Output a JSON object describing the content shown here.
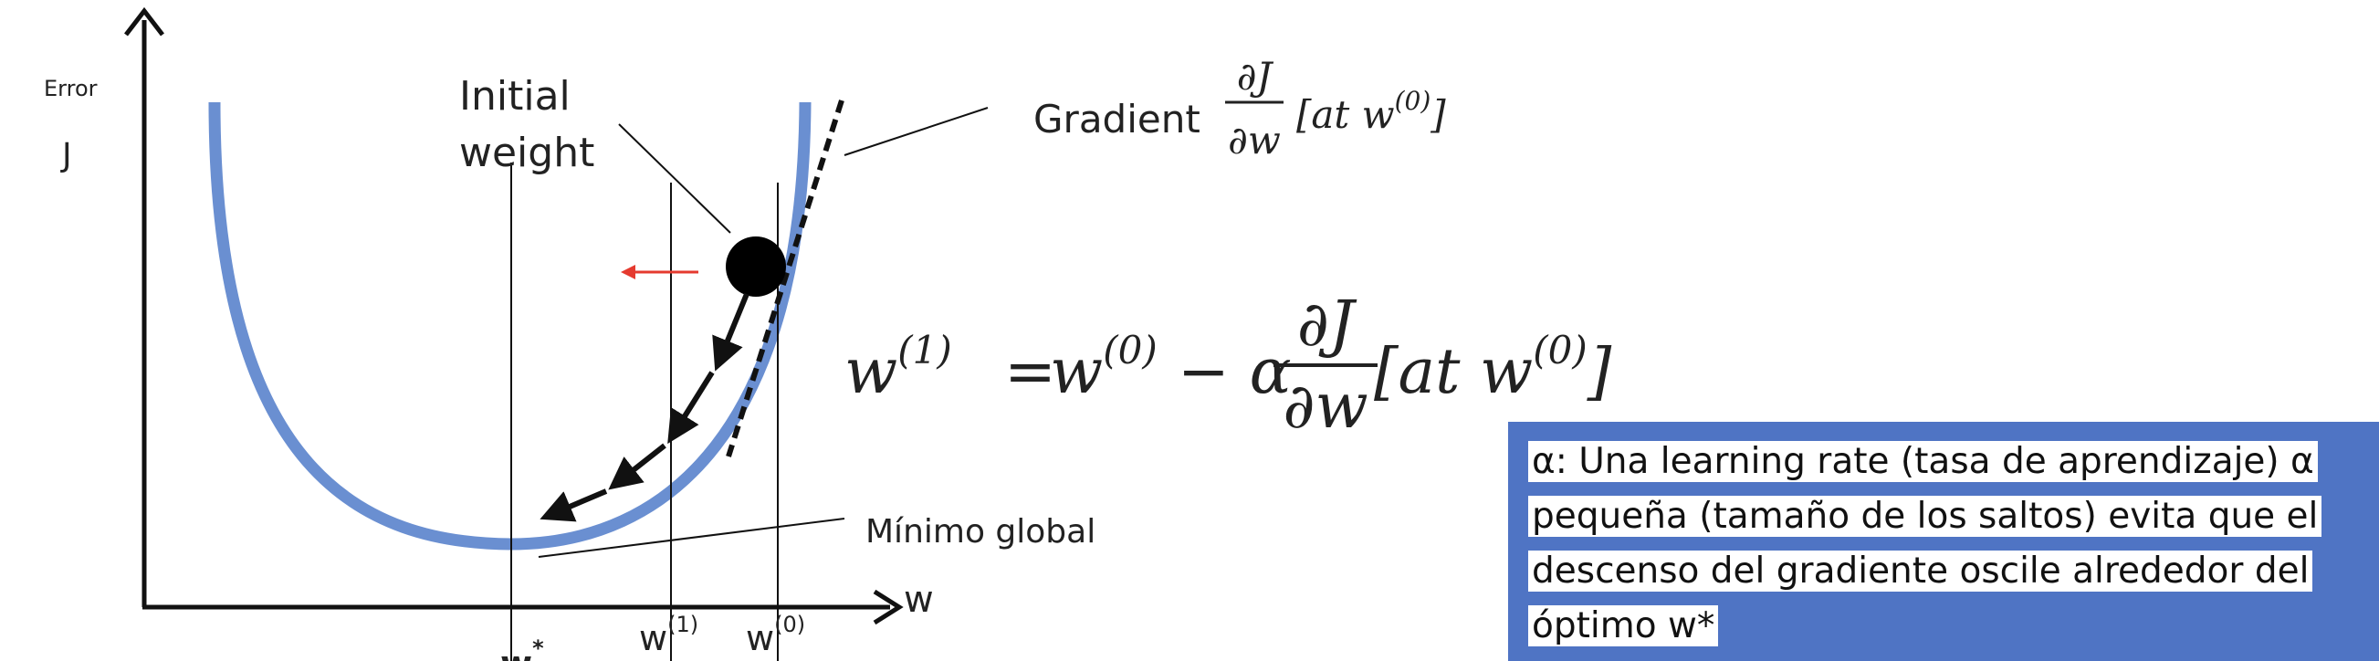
{
  "axes": {
    "y_label_small": "Error",
    "y_label": "J",
    "x_label": "w"
  },
  "ticks": {
    "w_star": "w",
    "w_star_sup": "*",
    "w1": "w",
    "w1_sup": "(1)",
    "w0": "w",
    "w0_sup": "(0)"
  },
  "labels": {
    "initial_line1": "Initial",
    "initial_line2": "weight",
    "gradient": "Gradient",
    "minimum": "Mínimo global"
  },
  "gradient_formula": {
    "numerator": "∂J",
    "denominator": "∂w",
    "bracket": "[at w",
    "sup": "(0)",
    "close": "]"
  },
  "update_formula": {
    "lhs": "w",
    "lhs_sup": "(1)",
    "eq": "=",
    "w0": "w",
    "w0_sup": "(0)",
    "minus_alpha": "− α",
    "numerator": "∂J",
    "denominator": "∂w",
    "bracket": "[at w",
    "sup": "(0)",
    "close": "]"
  },
  "note": {
    "lines": [
      "α: Una learning rate (tasa de aprendizaje) α",
      "pequeña (tamaño de los saltos) evita que el",
      "descenso del gradiente oscile alrededor del",
      "óptimo w*"
    ]
  },
  "colors": {
    "curve": "#6a8fd1",
    "arrow_red": "#e53a2f",
    "note_bg": "#4f74c4"
  }
}
